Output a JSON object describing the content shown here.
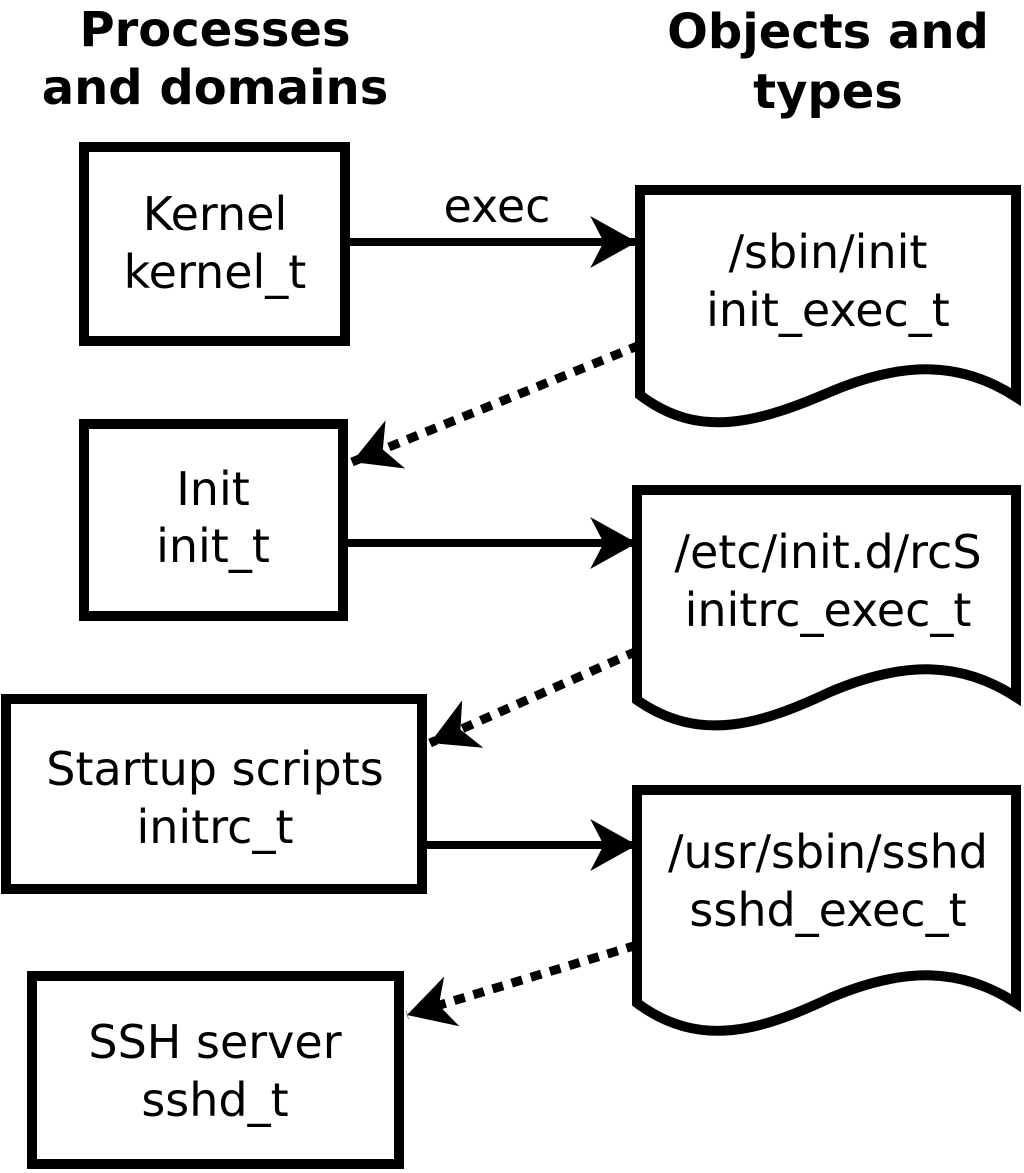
{
  "diagram": {
    "left_header": {
      "line1": "Processes",
      "line2": "and domains"
    },
    "right_header": {
      "line1": "Objects and",
      "line2": "types"
    },
    "exec_label": "exec",
    "processes": [
      {
        "name": "Kernel",
        "type": "kernel_t"
      },
      {
        "name": "Init",
        "type": "init_t"
      },
      {
        "name": "Startup scripts",
        "type": "initrc_t"
      },
      {
        "name": "SSH server",
        "type": "sshd_t"
      }
    ],
    "objects": [
      {
        "path": "/sbin/init",
        "type": "init_exec_t"
      },
      {
        "path": "/etc/init.d/rcS",
        "type": "initrc_exec_t"
      },
      {
        "path": "/usr/sbin/sshd",
        "type": "sshd_exec_t"
      }
    ],
    "colors": {
      "stroke": "#000000",
      "fill": "#ffffff",
      "background": "#ffffff"
    }
  }
}
